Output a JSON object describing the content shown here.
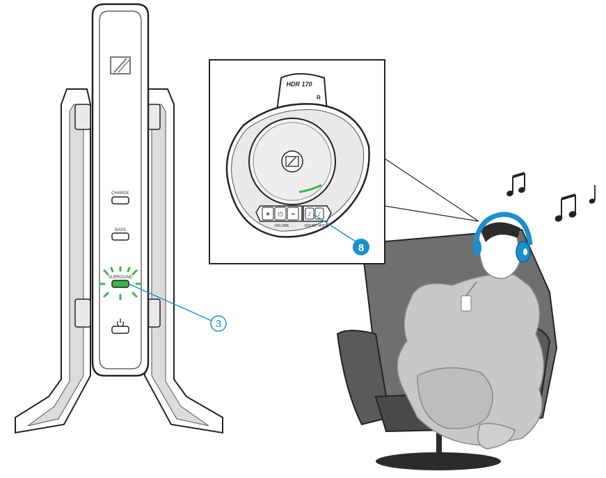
{
  "transmitter": {
    "brand_icon": "sennheiser-logo-icon",
    "buttons": [
      {
        "key": "charge",
        "label": "CHARGE"
      },
      {
        "key": "bass",
        "label": "BASS"
      },
      {
        "key": "surround",
        "label": "SURROUND",
        "lit": true,
        "led_color": "#3cb54a"
      },
      {
        "key": "power",
        "label": "",
        "icon": "power-icon"
      }
    ]
  },
  "headphone": {
    "model": "HDR 170",
    "side_marker": "R",
    "volume_label": "VOLUME",
    "sound_label": "SOUND MODE",
    "buttons": [
      {
        "key": "volume-up",
        "symbol": "+"
      },
      {
        "key": "power",
        "symbol": "⏻"
      },
      {
        "key": "volume-down",
        "symbol": "−"
      },
      {
        "key": "sound-mode",
        "symbol": "♪"
      },
      {
        "key": "speech",
        "symbol": "♪"
      }
    ]
  },
  "callouts": {
    "surround": {
      "number": "3",
      "style": "outline"
    },
    "sound_mode": {
      "number": "8",
      "style": "filled",
      "color": "#1b8fcf"
    }
  },
  "colors": {
    "accent_blue": "#1b8fcf",
    "led_green": "#3cb54a"
  },
  "icons": [
    "music-note-icon",
    "music-notes-icon"
  ]
}
